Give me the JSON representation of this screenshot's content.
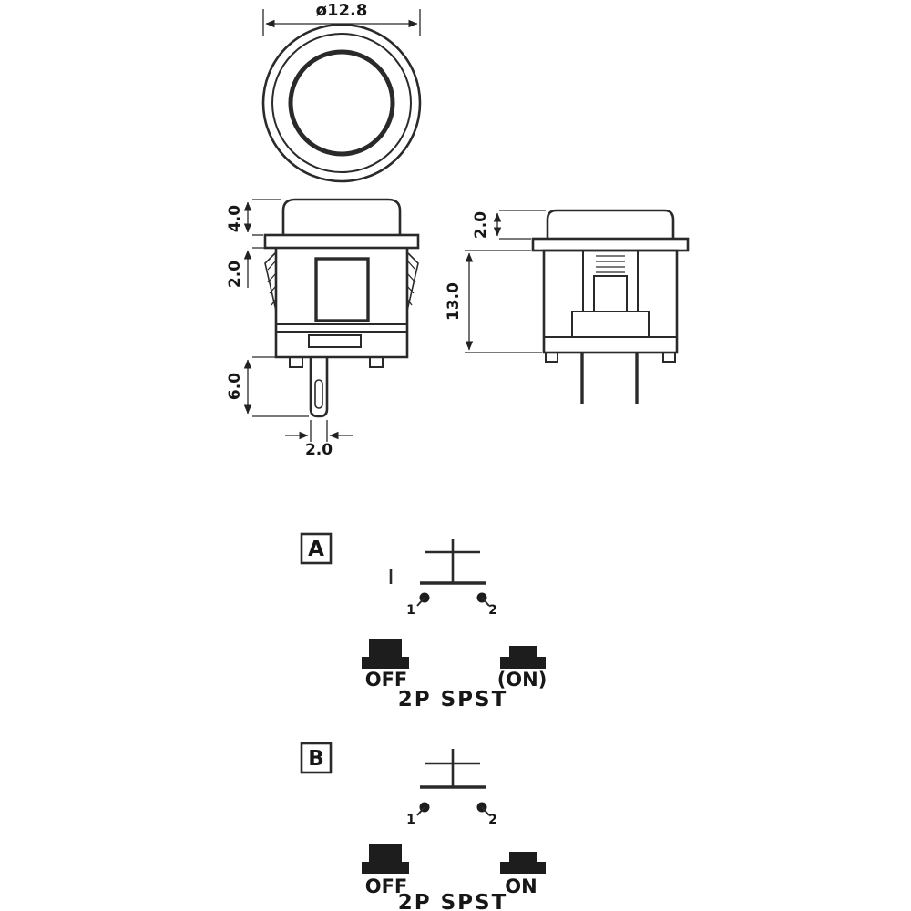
{
  "colors": {
    "line": "#2a2a2a",
    "text": "#171717",
    "background": "#ffffff"
  },
  "top_view": {
    "diameter_label": "ø12.8"
  },
  "front_view": {
    "cap_height_label": "4.0",
    "bezel_height_label": "2.0",
    "terminal_length_label": "6.0",
    "terminal_width_label": "2.0"
  },
  "side_view": {
    "cap_height_label": "2.0",
    "body_height_label": "13.0"
  },
  "schematic_a": {
    "variant_label": "A",
    "terminal_1_label": "1",
    "terminal_2_label": "2",
    "state_left_label": "OFF",
    "state_right_label": "(ON)",
    "contact_type_label": "2P SPST"
  },
  "schematic_b": {
    "variant_label": "B",
    "terminal_1_label": "1",
    "terminal_2_label": "2",
    "state_left_label": "OFF",
    "state_right_label": "ON",
    "contact_type_label": "2P SPST"
  }
}
